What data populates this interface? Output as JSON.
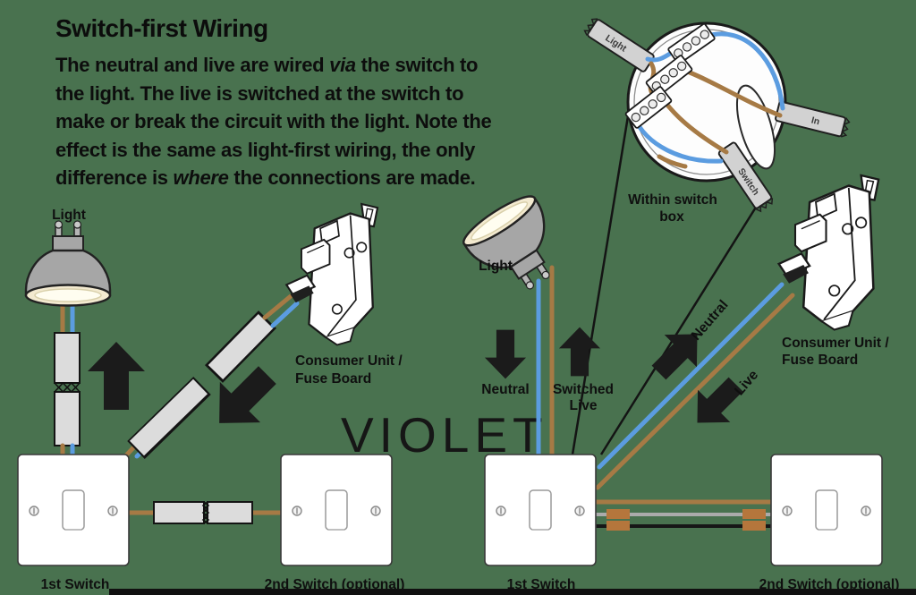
{
  "title": "Switch-first Wiring",
  "intro": {
    "lines": [
      {
        "pre": "The neutral and live are wired ",
        "italic": "via",
        "post": " the switch to"
      },
      {
        "pre": "the light. The live is switched at the switch to"
      },
      {
        "pre": "make or break the circuit with the light. Note the"
      },
      {
        "pre": "effect is the same as light-first wiring, the only"
      },
      {
        "pre": "difference is ",
        "italic": "where",
        "post": " the connections are made."
      }
    ]
  },
  "watermark": "VIOLET",
  "left_diagram": {
    "light_label": "Light",
    "consumer_unit_line1": "Consumer Unit /",
    "consumer_unit_line2": "Fuse Board",
    "first_switch_label": "1st Switch",
    "second_switch_label": "2nd Switch (optional)"
  },
  "right_diagram": {
    "light_label": "Light",
    "neutral_label": "Neutral",
    "switched_live_line1": "Switched",
    "switched_live_line2": "Live",
    "diag_neutral_label": "Neutral",
    "diag_live_label": "Live",
    "consumer_unit_line1": "Consumer Unit /",
    "consumer_unit_line2": "Fuse Board",
    "first_switch_label": "1st Switch",
    "second_switch_label": "2nd Switch (optional)"
  },
  "switch_box": {
    "title_line1": "Within switch",
    "title_line2": "box",
    "stub_light": "Light",
    "stub_in": "In",
    "stub_switch": "Switch"
  },
  "colors": {
    "background": "#49724f",
    "wire_blue": "#5b9ce0",
    "wire_brown": "#a67a45",
    "cable_sheath": "#dcdcdc",
    "arrow": "#1b1b1b",
    "text": "#0d0d0d"
  }
}
